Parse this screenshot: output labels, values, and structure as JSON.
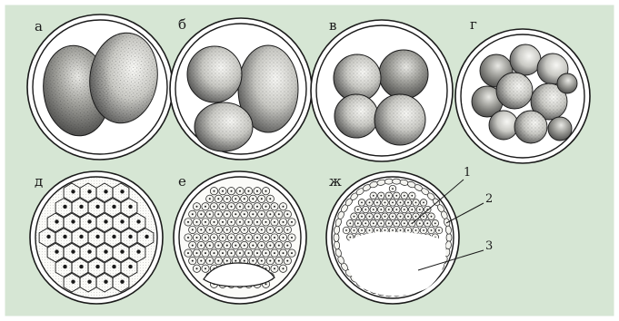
{
  "colors": {
    "background": "#d6e6d4",
    "border": "#ffffff",
    "ink": "#1a1a1a",
    "membrane_fill": "#ffffff",
    "cell_shade": "#5a5a5a",
    "cell_light": "#f4f4f0"
  },
  "stages": [
    {
      "key": "a",
      "letter": "а"
    },
    {
      "key": "b",
      "letter": "б"
    },
    {
      "key": "v",
      "letter": "в"
    },
    {
      "key": "g",
      "letter": "г"
    },
    {
      "key": "d",
      "letter": "д"
    },
    {
      "key": "e",
      "letter": "е"
    },
    {
      "key": "zh",
      "letter": "ж"
    }
  ],
  "callouts": [
    {
      "number": "1"
    },
    {
      "number": "2"
    },
    {
      "number": "3"
    }
  ]
}
